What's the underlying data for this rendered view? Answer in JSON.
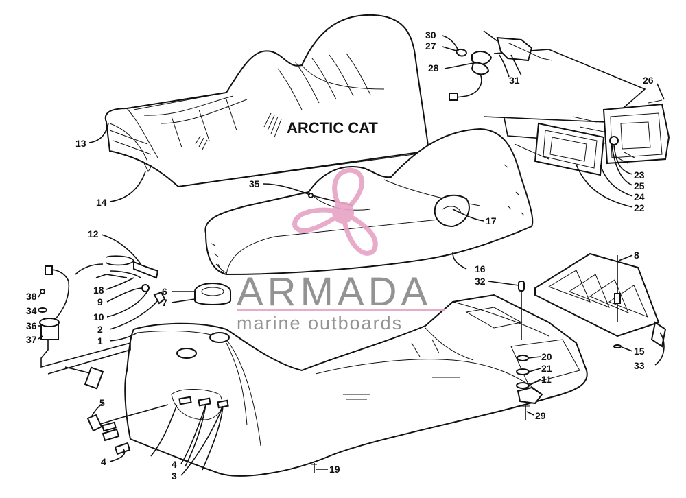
{
  "diagram": {
    "seat_branding": "ARCTIC CAT",
    "watermark": {
      "title": "ARMADA",
      "subtitle": "marine outboards",
      "title_color": "#8a8a8a",
      "subtitle_color": "#8a8a8a",
      "logo_color": "#e8a4c6"
    },
    "callouts": [
      {
        "id": "c30",
        "label": "30"
      },
      {
        "id": "c27",
        "label": "27"
      },
      {
        "id": "c28",
        "label": "28"
      },
      {
        "id": "c31",
        "label": "31"
      },
      {
        "id": "c26",
        "label": "26"
      },
      {
        "id": "c13",
        "label": "13"
      },
      {
        "id": "c14",
        "label": "14"
      },
      {
        "id": "c35",
        "label": "35"
      },
      {
        "id": "c17",
        "label": "17"
      },
      {
        "id": "c23",
        "label": "23"
      },
      {
        "id": "c25",
        "label": "25"
      },
      {
        "id": "c24",
        "label": "24"
      },
      {
        "id": "c22",
        "label": "22"
      },
      {
        "id": "c12",
        "label": "12"
      },
      {
        "id": "c18",
        "label": "18"
      },
      {
        "id": "c9",
        "label": "9"
      },
      {
        "id": "c10",
        "label": "10"
      },
      {
        "id": "c2",
        "label": "2"
      },
      {
        "id": "c1",
        "label": "1"
      },
      {
        "id": "c6",
        "label": "6"
      },
      {
        "id": "c7",
        "label": "7"
      },
      {
        "id": "c16",
        "label": "16"
      },
      {
        "id": "c32",
        "label": "32"
      },
      {
        "id": "c8",
        "label": "8"
      },
      {
        "id": "c38",
        "label": "38"
      },
      {
        "id": "c34",
        "label": "34"
      },
      {
        "id": "c36",
        "label": "36"
      },
      {
        "id": "c37",
        "label": "37"
      },
      {
        "id": "c20",
        "label": "20"
      },
      {
        "id": "c21",
        "label": "21"
      },
      {
        "id": "c11",
        "label": "11"
      },
      {
        "id": "c15",
        "label": "15"
      },
      {
        "id": "c33",
        "label": "33"
      },
      {
        "id": "c5",
        "label": "5"
      },
      {
        "id": "c29",
        "label": "29"
      },
      {
        "id": "c4a",
        "label": "4"
      },
      {
        "id": "c4b",
        "label": "4"
      },
      {
        "id": "c3",
        "label": "3"
      },
      {
        "id": "c19",
        "label": "19"
      }
    ]
  }
}
